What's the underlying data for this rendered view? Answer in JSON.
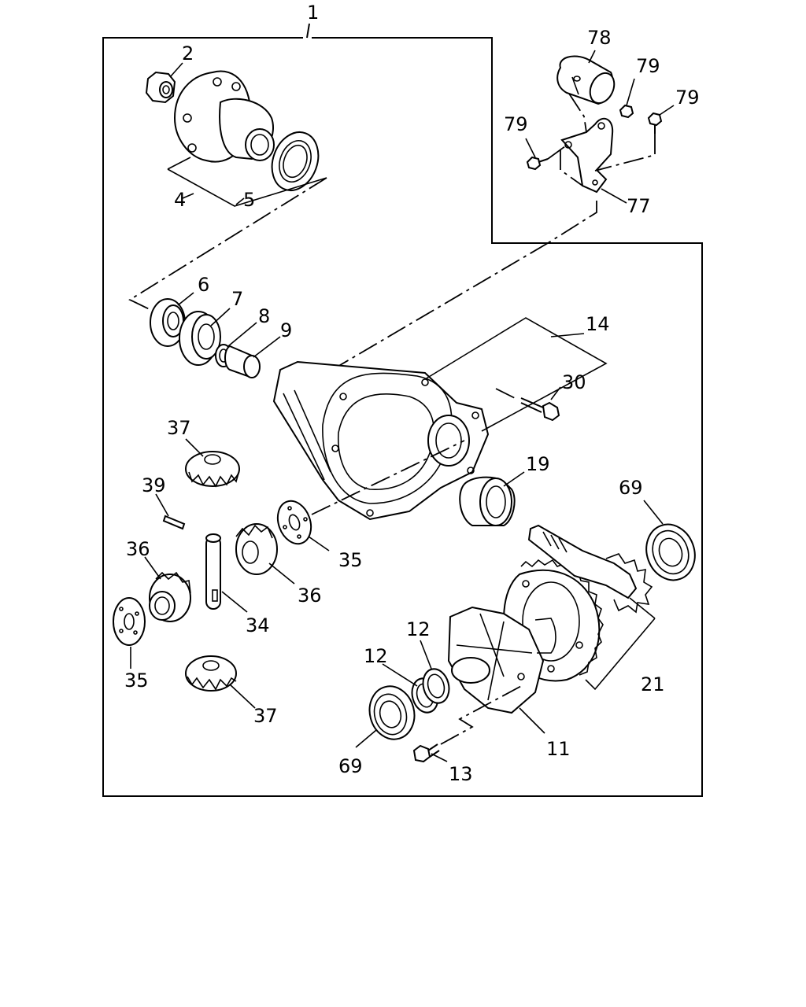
{
  "labels": {
    "l1": "1",
    "l2": "2",
    "l4": "4",
    "l5": "5",
    "l6": "6",
    "l7": "7",
    "l8": "8",
    "l9": "9",
    "l11": "11",
    "l12a": "12",
    "l12b": "12",
    "l13": "13",
    "l14": "14",
    "l19": "19",
    "l21": "21",
    "l30": "30",
    "l34": "34",
    "l35a": "35",
    "l35b": "35",
    "l36a": "36",
    "l36b": "36",
    "l37a": "37",
    "l37b": "37",
    "l39": "39",
    "l69a": "69",
    "l69b": "69",
    "l77": "77",
    "l78": "78",
    "l79a": "79",
    "l79b": "79",
    "l79c": "79"
  }
}
